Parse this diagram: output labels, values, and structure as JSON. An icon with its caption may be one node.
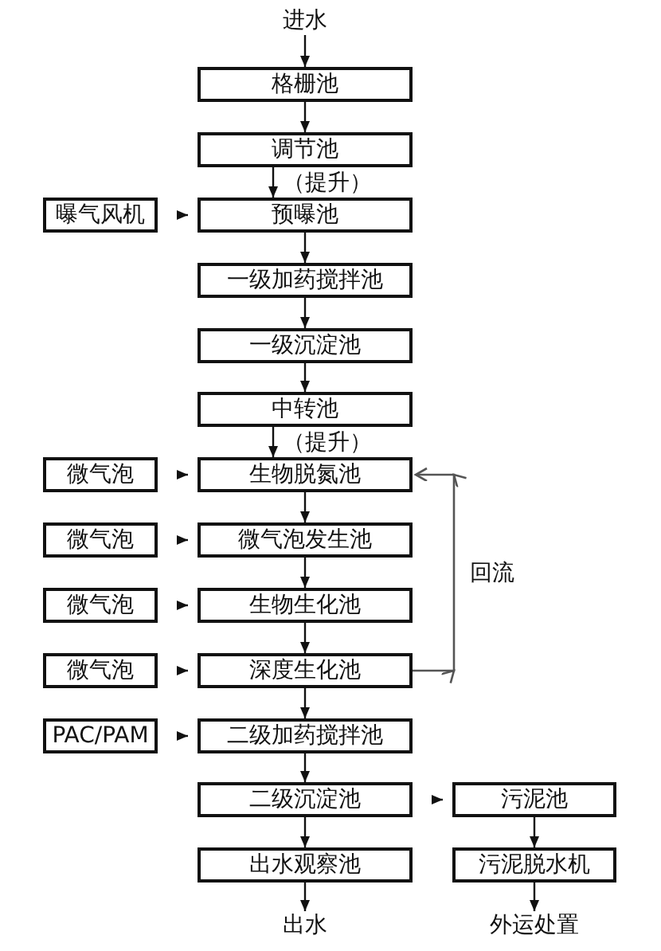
{
  "diagram": {
    "nodes": [
      {
        "text": [
          "进水"
        ]
      },
      {
        "text": [
          "格栅池"
        ]
      },
      {
        "text": [
          "调节池"
        ]
      },
      {
        "text": [
          "预曝池"
        ]
      },
      {
        "text": [
          "曝气风机"
        ]
      },
      {
        "text": [
          "一级加药搅拌池"
        ]
      },
      {
        "text": [
          "一级沉淀池"
        ]
      },
      {
        "text": [
          "中转池"
        ]
      },
      {
        "text": [
          "生物脱氮池"
        ]
      },
      {
        "text": [
          "微气泡"
        ]
      },
      {
        "text": [
          "微气泡发生池"
        ]
      },
      {
        "text": [
          "微气泡"
        ]
      },
      {
        "text": [
          "生物生化池"
        ]
      },
      {
        "text": [
          "微气泡"
        ]
      },
      {
        "text": [
          "深度生化池"
        ]
      },
      {
        "text": [
          "微气泡"
        ]
      },
      {
        "text": [
          "二级加药搅拌池"
        ]
      },
      {
        "text": [
          "PAC/PAM"
        ]
      },
      {
        "text": [
          "二级沉淀池"
        ]
      },
      {
        "text": [
          "污泥池"
        ]
      },
      {
        "text": [
          "出水观察池"
        ]
      },
      {
        "text": [
          "污泥脱水机"
        ]
      },
      {
        "text": [
          "出水"
        ]
      },
      {
        "text": [
          "外运处置"
        ]
      }
    ],
    "edges": [
      {
        "from": 0,
        "to": 1,
        "arrow": "to"
      },
      {
        "from": 1,
        "to": 2,
        "arrow": "to"
      },
      {
        "from": 2,
        "to": 3,
        "arrow": "to",
        "label": "（提升）"
      },
      {
        "from": 4,
        "to": 3,
        "arrow": "to"
      },
      {
        "from": 3,
        "to": 5,
        "arrow": "to"
      },
      {
        "from": 5,
        "to": 6,
        "arrow": "to"
      },
      {
        "from": 6,
        "to": 7,
        "arrow": "to"
      },
      {
        "from": 7,
        "to": 8,
        "arrow": "to",
        "label": "（提升）"
      },
      {
        "from": 9,
        "to": 8,
        "arrow": "to"
      },
      {
        "from": 8,
        "to": 10,
        "arrow": "to"
      },
      {
        "from": 11,
        "to": 10,
        "arrow": "to"
      },
      {
        "from": 10,
        "to": 12,
        "arrow": "to"
      },
      {
        "from": 13,
        "to": 12,
        "arrow": "to"
      },
      {
        "from": 12,
        "to": 14,
        "arrow": "to"
      },
      {
        "from": 15,
        "to": 14,
        "arrow": "to"
      },
      {
        "from": 14,
        "to": 8,
        "arrow": "to",
        "label": "回流",
        "color": "#555555"
      },
      {
        "from": 14,
        "to": 16,
        "arrow": "to"
      },
      {
        "from": 17,
        "to": 16,
        "arrow": "to"
      },
      {
        "from": 16,
        "to": 18,
        "arrow": "to"
      },
      {
        "from": 18,
        "to": 19,
        "arrow": "to"
      },
      {
        "from": 18,
        "to": 20,
        "arrow": "to"
      },
      {
        "from": 19,
        "to": 21,
        "arrow": "to"
      },
      {
        "from": 20,
        "to": 22,
        "arrow": "to"
      },
      {
        "from": 21,
        "to": 23,
        "arrow": "to"
      }
    ]
  }
}
